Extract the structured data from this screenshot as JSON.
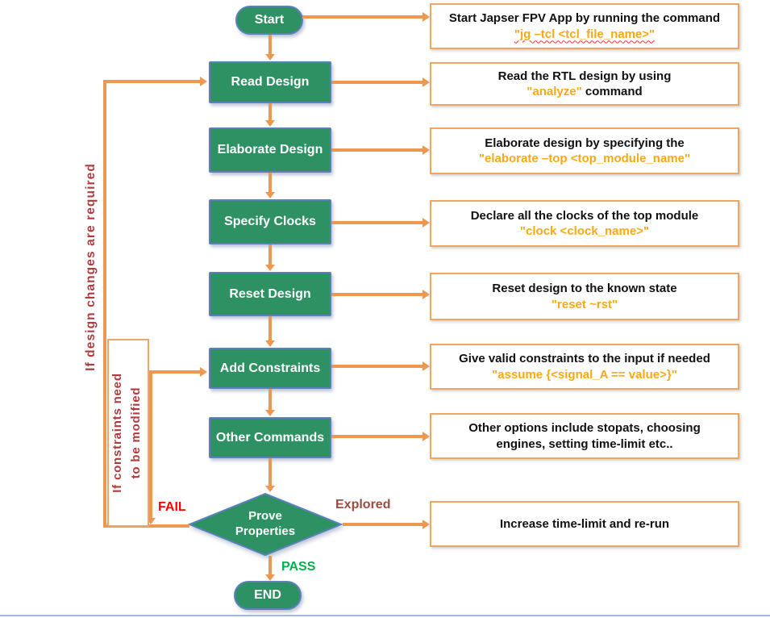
{
  "nodes": {
    "start": "Start",
    "read_design": "Read Design",
    "elaborate_design": "Elaborate Design",
    "specify_clocks": "Specify Clocks",
    "reset_design": "Reset Design",
    "add_constraints": "Add Constraints",
    "other_commands": "Other Commands",
    "prove_line1": "Prove",
    "prove_line2": "Properties",
    "end": "END"
  },
  "edge_labels": {
    "fail": "FAIL",
    "pass": "PASS",
    "explored": "Explored"
  },
  "side_labels": {
    "design_loop": "If design changes are required",
    "constraints_loop_line1": "If constraints need",
    "constraints_loop_line2": "to be modified"
  },
  "right_boxes": [
    {
      "line1": "Start Japser FPV App by running the command",
      "line2": "",
      "cmd": "\"jg –tcl <tcl_file_name>\"",
      "cmd_post": ""
    },
    {
      "line1": "Read the RTL design by using",
      "line2": "",
      "cmd": "\"analyze\"",
      "cmd_post": " command"
    },
    {
      "line1": "Elaborate design by specifying the",
      "line2": "",
      "cmd": "\"elaborate –top <top_module_name\"",
      "cmd_post": ""
    },
    {
      "line1": "Declare all the clocks of the top module",
      "line2": "",
      "cmd": "\"clock <clock_name>\"",
      "cmd_post": ""
    },
    {
      "line1": "Reset design to the known state",
      "line2": "",
      "cmd": "\"reset ~rst\"",
      "cmd_post": ""
    },
    {
      "line1": "Give valid constraints to the input if needed",
      "line2": "",
      "cmd": "\"assume {<signal_A == value>}\"",
      "cmd_post": ""
    },
    {
      "line1": "Other options include stopats, choosing",
      "line2": "engines, setting time-limit etc..",
      "cmd": "",
      "cmd_post": ""
    },
    {
      "line1": "Increase time-limit and re-run",
      "line2": "",
      "cmd": "",
      "cmd_post": ""
    }
  ],
  "colors": {
    "node_green": "#2E9163",
    "arrow_orange": "#EC9853",
    "command_amber": "#FAA814",
    "loop_text_red": "#B03C3E",
    "fail_red": "#FF0000",
    "pass_green": "#00B050",
    "explored_brown": "#9E4B40",
    "box_border_orange": "#F0A661",
    "node_border_blue": "#5B80BB"
  }
}
